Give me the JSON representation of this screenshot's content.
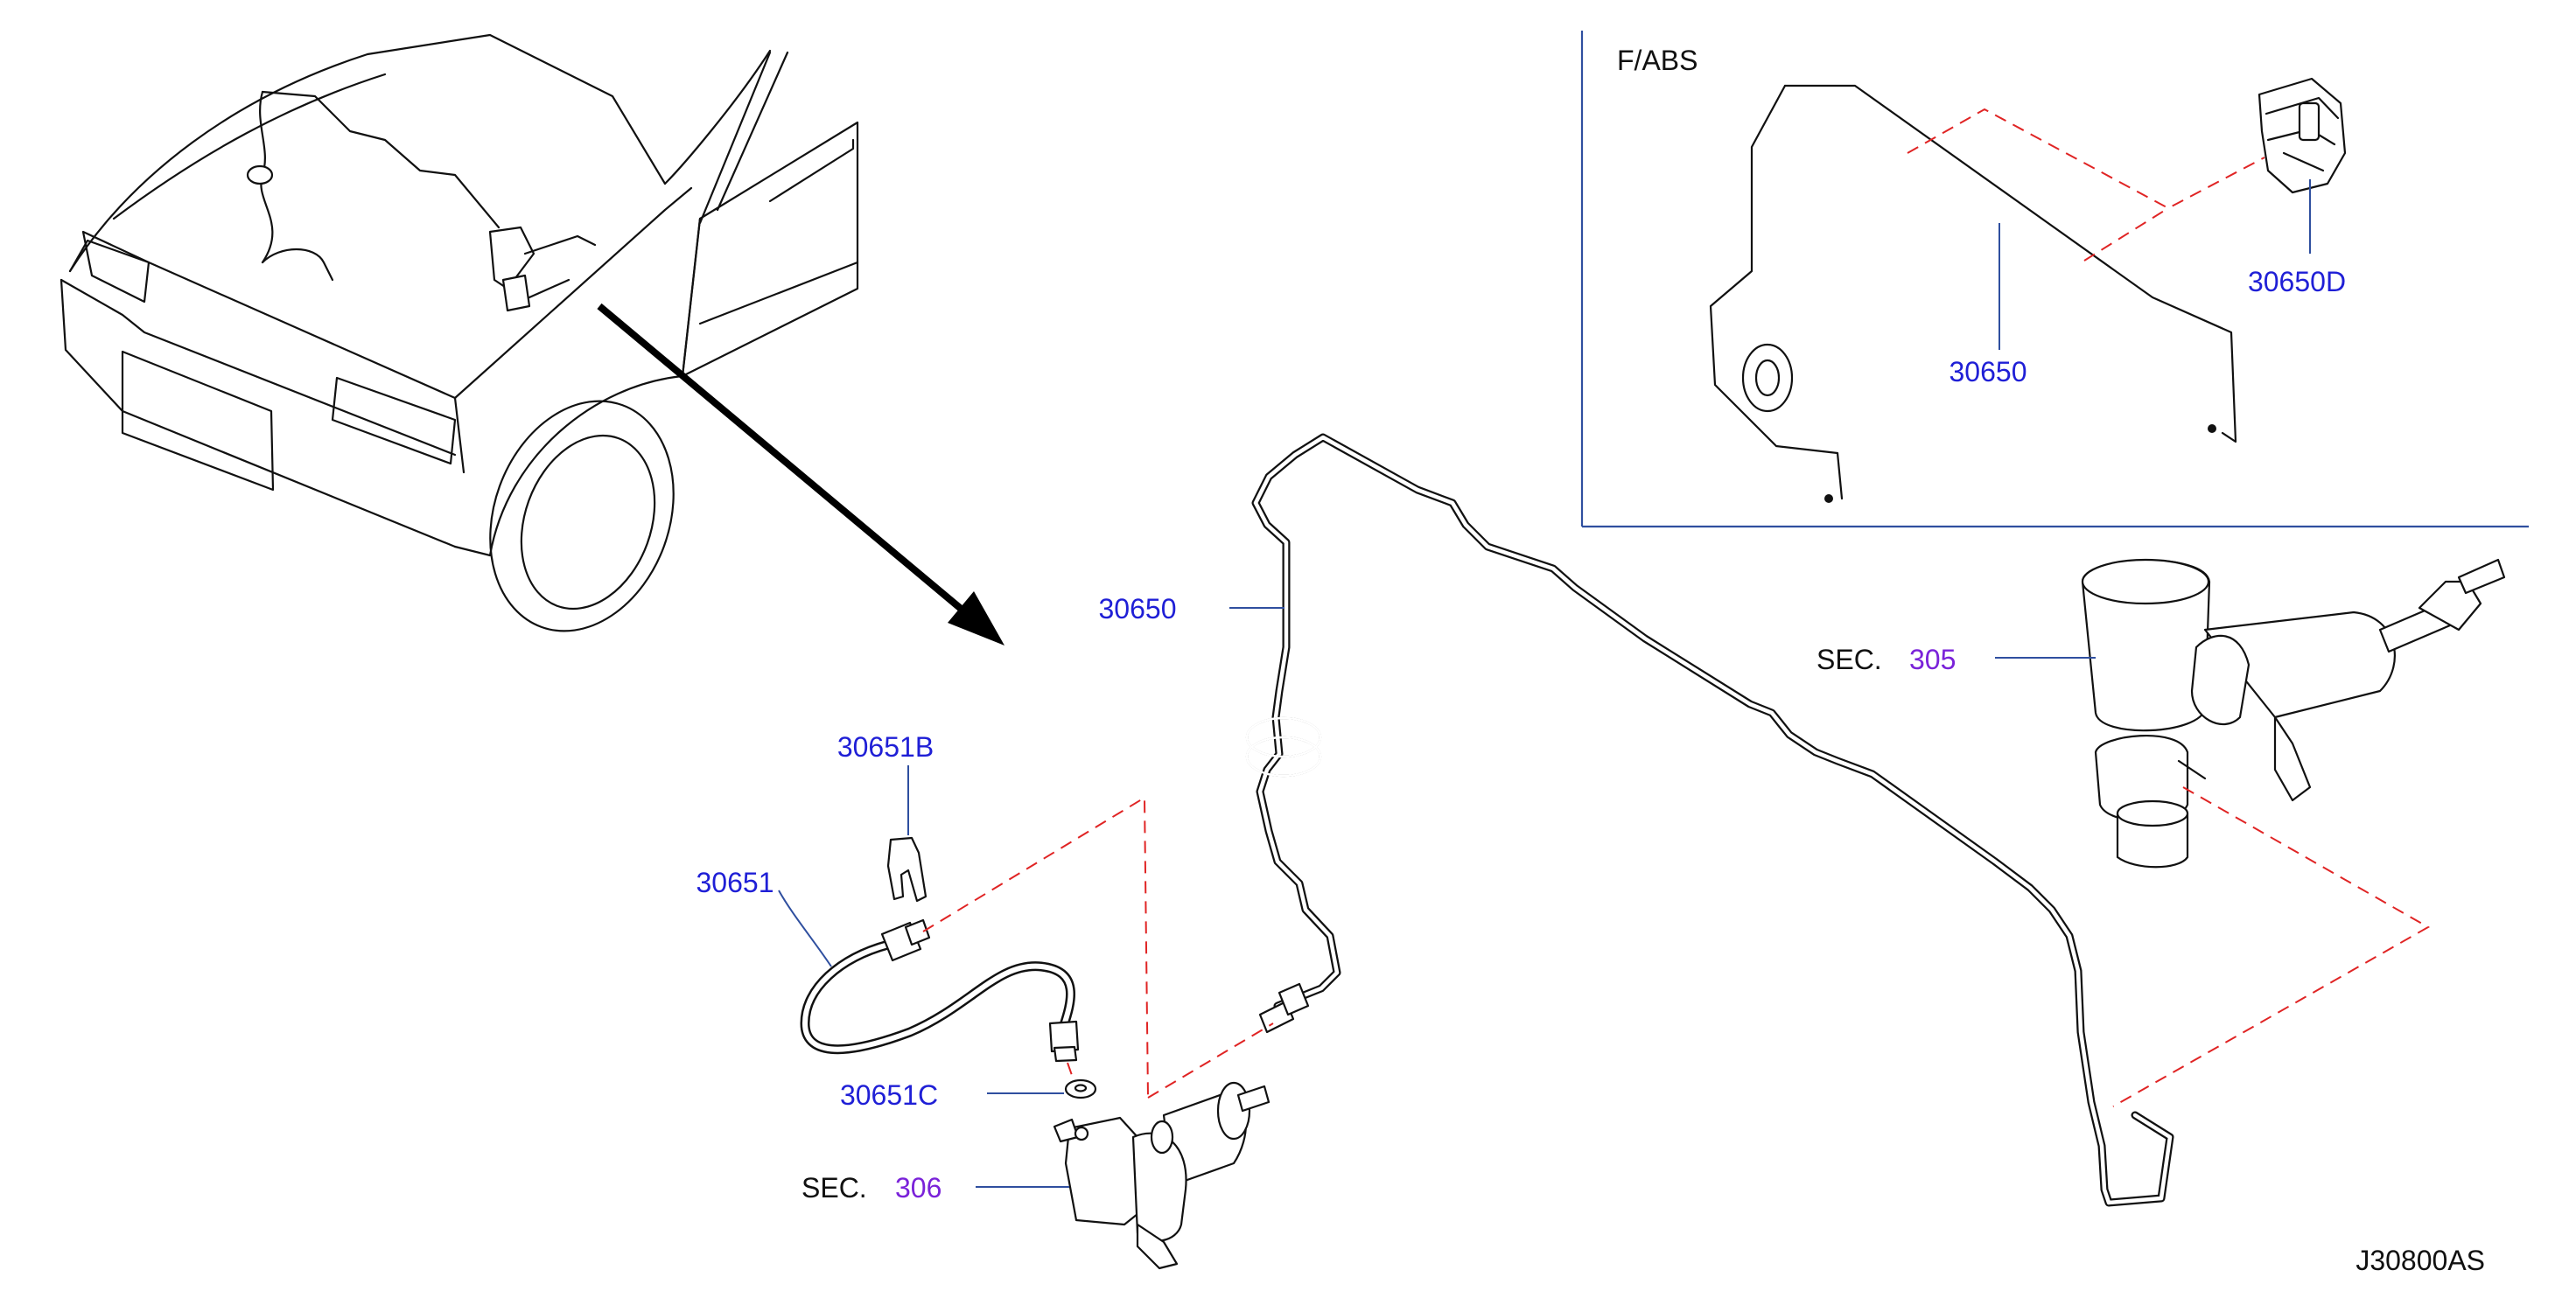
{
  "diagram": {
    "inset_title": "F/ABS",
    "drawing_code": "J30800AS",
    "callouts": {
      "pipe_inset": "30650",
      "clip_inset": "30650D",
      "pipe_main": "30650",
      "hose_clip": "30651B",
      "hose": "30651",
      "washer": "30651C",
      "sec_prefix": "SEC.",
      "sec_master": "305",
      "sec_slave": "306"
    },
    "colors": {
      "part_number": "#1f1fd6",
      "section_number": "#7a22d9",
      "leader_line": "#2f4f9f",
      "dashed_guide": "#e02424",
      "line_art": "#111111"
    }
  }
}
